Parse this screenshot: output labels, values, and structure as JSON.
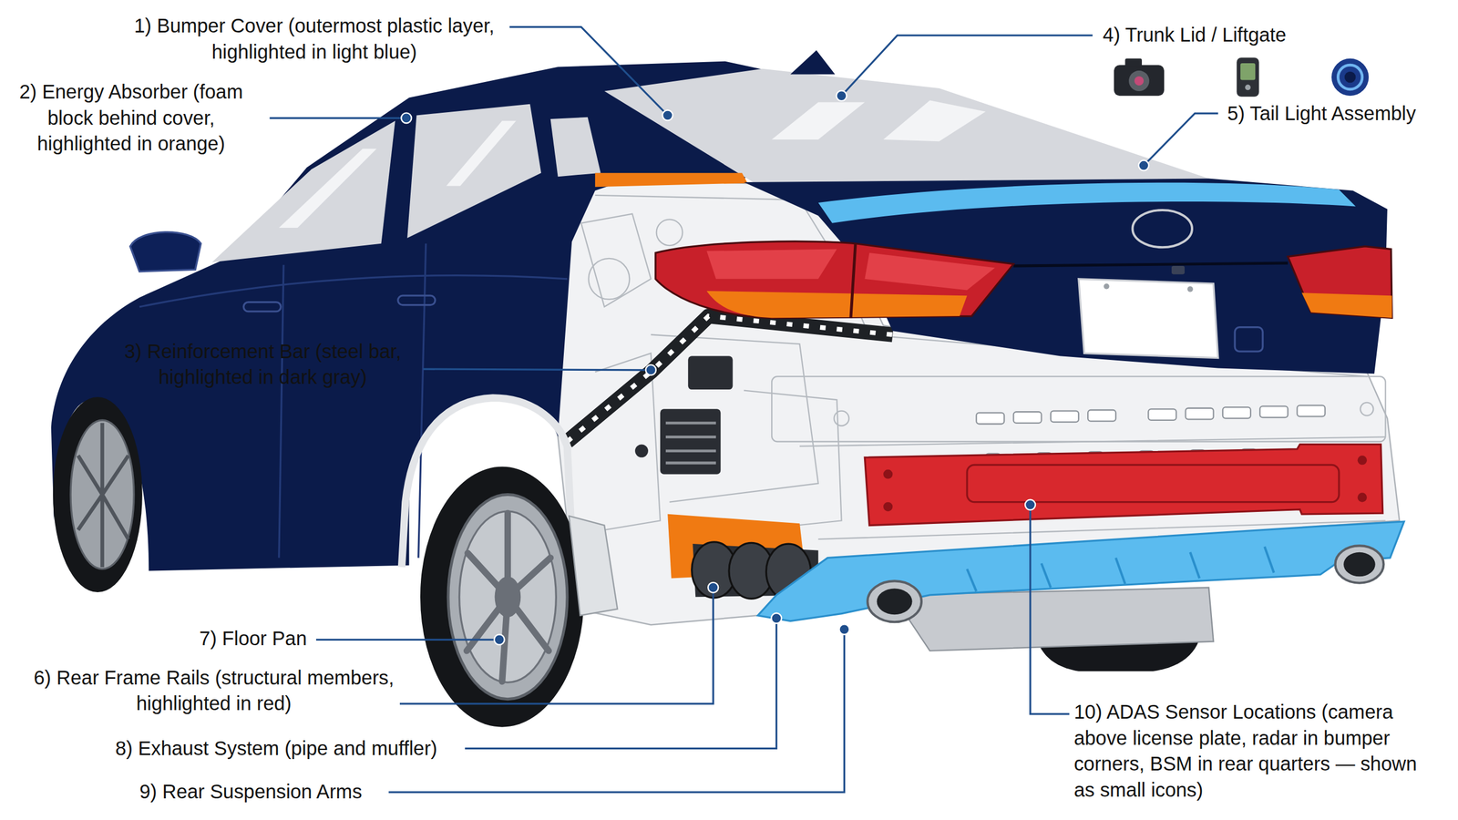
{
  "diagram": {
    "labels": [
      "1) Bumper Cover (outermost plastic layer, highlighted in light blue)",
      "2) Energy Absorber (foam block behind cover, highlighted in orange)",
      "3) Reinforcement Bar (steel bar, highlighted in dark gray)",
      "4) Trunk Lid / Liftgate",
      "5) Tail Light Assembly",
      "6) Rear Frame Rails (structural members, highlighted in red)",
      "7) Floor Pan",
      "8) Exhaust System (pipe and muffler)",
      "9) Rear Suspension Arms",
      "10) ADAS Sensor Locations (camera above license plate, radar in bumper corners, BSM in rear quarters — shown as small icons)"
    ]
  }
}
